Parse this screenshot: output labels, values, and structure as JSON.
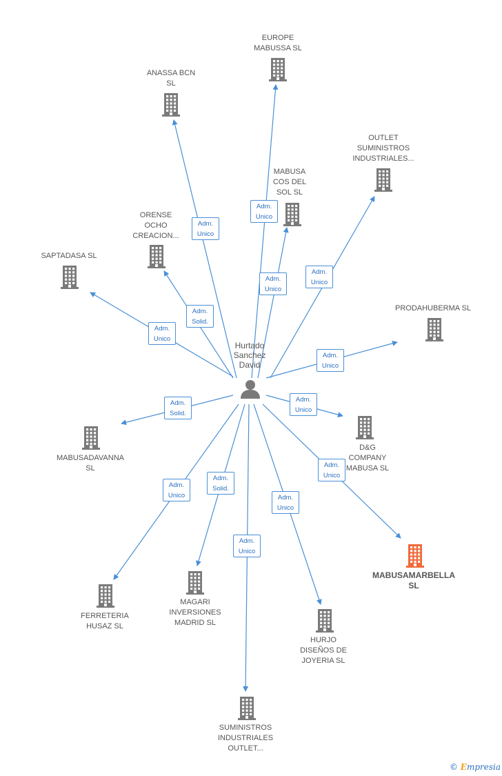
{
  "colors": {
    "edge": "#4a8fd6",
    "building": "#7a7a7a",
    "highlight_building": "#f06a3a",
    "person": "#7a7a7a",
    "label_text": "#555555"
  },
  "center": {
    "name": "Hurtado\nSanchez\nDavid",
    "icon": "person-icon"
  },
  "companies": [
    {
      "id": "europe",
      "label": "EUROPE\nMABUSSA  SL",
      "icon": "building-icon"
    },
    {
      "id": "anassa",
      "label": "ANASSA BCN\nSL",
      "icon": "building-icon"
    },
    {
      "id": "outlet",
      "label": "OUTLET\nSUMINISTROS\nINDUSTRIALES...",
      "icon": "building-icon"
    },
    {
      "id": "mabusacos",
      "label": "MABUSA\nCOS DEL\nSOL  SL",
      "icon": "building-icon"
    },
    {
      "id": "orense",
      "label": "ORENSE\nOCHO\nCREACION...",
      "icon": "building-icon"
    },
    {
      "id": "saptadasa",
      "label": "SAPTADASA SL",
      "icon": "building-icon"
    },
    {
      "id": "prodahuberma",
      "label": "PRODAHUBERMA SL",
      "icon": "building-icon"
    },
    {
      "id": "mabusadavanna",
      "label": "MABUSADAVANNA\nSL",
      "icon": "building-icon"
    },
    {
      "id": "dg",
      "label": "D&G\nCOMPANY\nMABUSA  SL",
      "icon": "building-icon"
    },
    {
      "id": "marbella",
      "label": "MABUSAMARBELLA\nSL",
      "icon": "building-icon",
      "highlight": true
    },
    {
      "id": "ferreteria",
      "label": "FERRETERIA\nHUSAZ  SL",
      "icon": "building-icon"
    },
    {
      "id": "magari",
      "label": "MAGARI\nINVERSIONES\nMADRID  SL",
      "icon": "building-icon"
    },
    {
      "id": "hurjo",
      "label": "HURJO\nDISEÑOS DE\nJOYERIA  SL",
      "icon": "building-icon"
    },
    {
      "id": "suministros",
      "label": "SUMINISTROS\nINDUSTRIALES\nOUTLET...",
      "icon": "building-icon"
    }
  ],
  "relations": [
    {
      "to": "europe",
      "role": "Adm.\nUnico"
    },
    {
      "to": "anassa",
      "role": "Adm.\nUnico"
    },
    {
      "to": "outlet",
      "role": "Adm.\nUnico"
    },
    {
      "to": "mabusacos",
      "role": "Adm.\nUnico"
    },
    {
      "to": "orense",
      "role": "Adm.\nSolid."
    },
    {
      "to": "saptadasa",
      "role": "Adm.\nUnico"
    },
    {
      "to": "prodahuberma",
      "role": "Adm.\nUnico"
    },
    {
      "to": "mabusadavanna",
      "role": "Adm.\nSolid."
    },
    {
      "to": "dg",
      "role": "Adm.\nUnico"
    },
    {
      "to": "marbella",
      "role": "Adm.\nUnico"
    },
    {
      "to": "ferreteria",
      "role": "Adm.\nUnico"
    },
    {
      "to": "magari",
      "role": "Adm.\nSolid."
    },
    {
      "to": "hurjo",
      "role": "Adm.\nUnico"
    },
    {
      "to": "suministros",
      "role": "Adm.\nUnico"
    }
  ],
  "brand": {
    "copyright": "©",
    "first_letter": "E",
    "rest": "mpresia"
  }
}
